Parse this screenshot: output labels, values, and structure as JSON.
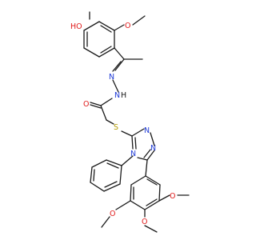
{
  "molecule": {
    "atom_labels": {
      "hydroxyl": "HO",
      "methoxy_top": "O",
      "hydrazone_n1": "N",
      "hydrazone_n2": "N",
      "amide_h": "H",
      "carbonyl_o": "O",
      "thioether_s": "S",
      "triazole_n_top": "N",
      "triazole_n_right": "N",
      "triazole_n4": "N",
      "methoxy_left": "O",
      "methoxy_mid": "O",
      "methoxy_right": "O"
    },
    "colors": {
      "bond": "#1a1a1a",
      "nitrogen": "#1f3bd6",
      "oxygen": "#e01b1b",
      "sulfur": "#b39b00"
    }
  }
}
